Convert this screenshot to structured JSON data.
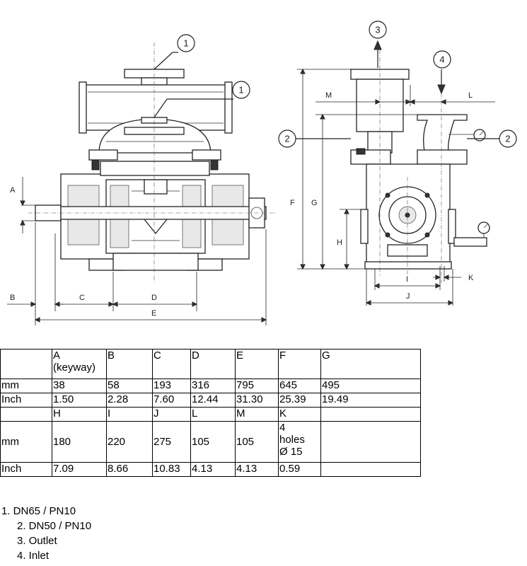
{
  "drawing": {
    "callouts": {
      "c1_top": "1",
      "c1_mid": "1",
      "c2_left": "2",
      "c2_right": "2",
      "c3": "3",
      "c4": "4"
    },
    "dimension_letters": {
      "A": "A",
      "B": "B",
      "C": "C",
      "D": "D",
      "E": "E",
      "F": "F",
      "G": "G",
      "H": "H",
      "I": "I",
      "J": "J",
      "K": "K",
      "L": "L",
      "M": "M"
    }
  },
  "table": {
    "rows": [
      [
        "",
        "A\n(keyway)",
        "B",
        "C",
        "D",
        "E",
        "F",
        "G"
      ],
      [
        "mm",
        "38",
        "58",
        "193",
        "316",
        "795",
        "645",
        "495"
      ],
      [
        "Inch",
        "1.50",
        "2.28",
        "7.60",
        "12.44",
        "31.30",
        "25.39",
        "19.49"
      ],
      [
        "",
        "H",
        "I",
        "J",
        "L",
        "M",
        "K",
        ""
      ],
      [
        "mm",
        "180",
        "220",
        "275",
        "105",
        "105",
        "4\nholes\nØ 15",
        ""
      ],
      [
        "Inch",
        "7.09",
        "8.66",
        "10.83",
        "4.13",
        "4.13",
        "0.59",
        ""
      ]
    ]
  },
  "notes": [
    "1. DN65 / PN10",
    "2. DN50 / PN10",
    "3. Outlet",
    "4. Inlet"
  ]
}
